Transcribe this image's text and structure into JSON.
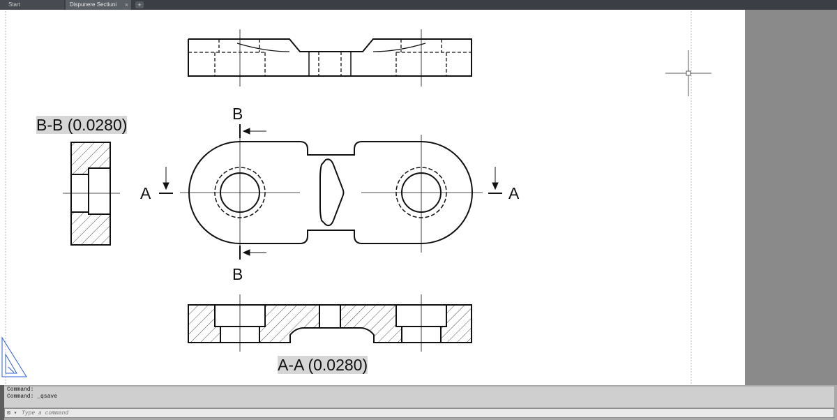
{
  "tabs": {
    "start": "Start",
    "active": "Dispunere Sectiuni",
    "close": "×",
    "add": "+"
  },
  "drawing": {
    "section_bb_label": "B-B (0.0280)",
    "section_aa_label": "A-A (0.0280)",
    "cut_a_left": "A",
    "cut_a_right": "A",
    "cut_b_top": "B",
    "cut_b_bottom": "B"
  },
  "command": {
    "history_line1": "Command:",
    "history_line2": "Command: _qsave",
    "placeholder": "Type a command",
    "icon": "⊠ ▾"
  },
  "colors": {
    "background": "#ffffff",
    "tabbar": "#3b3f45",
    "side_panel": "#8a8a8a",
    "ucs_icon": "#2b5cd6",
    "highlight": "#d6d6d6"
  }
}
